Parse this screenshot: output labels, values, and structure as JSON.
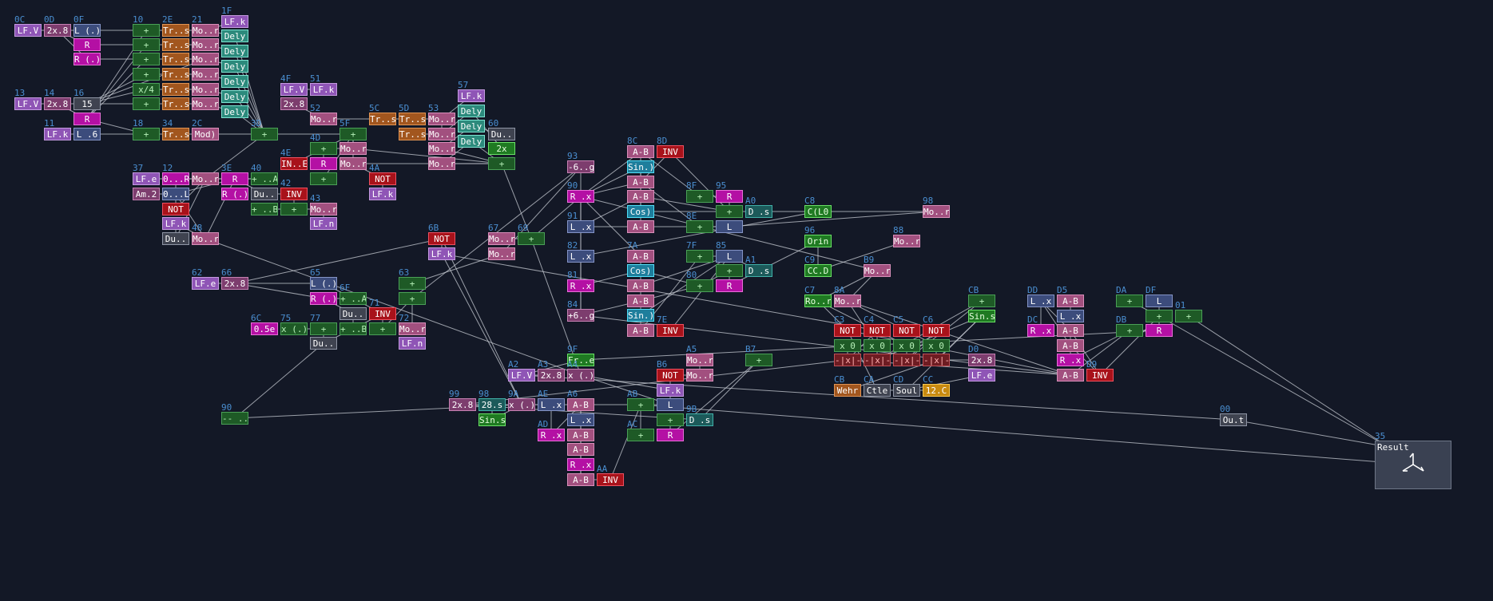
{
  "palette": {
    "background": "#131826",
    "wire": "#c8ccd4",
    "node_id": "#4a8ed0"
  },
  "styles": {
    "lfo": {
      "bg": "#8f55b6",
      "border": "#c49ae0",
      "fg": "#ffffff"
    },
    "mod": {
      "bg": "#7d3d6e",
      "border": "#c681b3",
      "fg": "#ffffff"
    },
    "gain": {
      "bg": "#a2507f",
      "border": "#d98fba",
      "fg": "#ffffff"
    },
    "blue": {
      "bg": "#3c4c7c",
      "border": "#8494c6",
      "fg": "#ffffff"
    },
    "magenta": {
      "bg": "#b410a4",
      "border": "#e870d8",
      "fg": "#ffffff"
    },
    "green": {
      "bg": "#1e5a26",
      "border": "#4aa057",
      "fg": "#b6f0b8"
    },
    "orange": {
      "bg": "#a2561e",
      "border": "#e09454",
      "fg": "#ffffff"
    },
    "teal": {
      "bg": "#2c8a7c",
      "border": "#7de4d2",
      "fg": "#ffffff"
    },
    "grey": {
      "bg": "#3f4350",
      "border": "#8f95a5",
      "fg": "#ffffff"
    },
    "red": {
      "bg": "#a8121a",
      "border": "#ee5060",
      "fg": "#ffffff"
    },
    "cyan": {
      "bg": "#1e7e9c",
      "border": "#50e0f8",
      "fg": "#ffffff"
    },
    "lime": {
      "bg": "#1f7a22",
      "border": "#6ae266",
      "fg": "#e8ffe0"
    },
    "yellow": {
      "bg": "#c88a10",
      "border": "#f8c850",
      "fg": "#ffffff"
    },
    "dkred": {
      "bg": "#6e1c22",
      "border": "#c05056",
      "fg": "#ffb0b0"
    },
    "dkteal": {
      "bg": "#1c5a5a",
      "border": "#40b0a8",
      "fg": "#ffffff"
    }
  },
  "result_module": {
    "label": "Result",
    "icon": "result-star-icon"
  },
  "nodes": [
    {
      "id": "0C",
      "label": "LF.V",
      "style": "lfo"
    },
    {
      "id": "0D",
      "label": "2x.8",
      "style": "mod"
    },
    {
      "id": "0F",
      "label": "L (.)",
      "style": "blue"
    },
    {
      "id": "",
      "label": "R",
      "style": "magenta"
    },
    {
      "id": "",
      "label": "R (.)",
      "style": "magenta"
    },
    {
      "id": "10",
      "label": "+",
      "style": "green"
    },
    {
      "id": "",
      "label": "+",
      "style": "green"
    },
    {
      "id": "",
      "label": "+",
      "style": "green"
    },
    {
      "id": "",
      "label": "+",
      "style": "green"
    },
    {
      "id": "",
      "label": "x/4",
      "style": "green"
    },
    {
      "id": "",
      "label": "+",
      "style": "green"
    },
    {
      "id": "2E",
      "label": "Tr..s",
      "style": "orange"
    },
    {
      "id": "",
      "label": "Tr..s",
      "style": "orange"
    },
    {
      "id": "",
      "label": "Tr..s",
      "style": "orange"
    },
    {
      "id": "",
      "label": "Tr..s",
      "style": "orange"
    },
    {
      "id": "",
      "label": "Tr..s",
      "style": "orange"
    },
    {
      "id": "",
      "label": "Tr..s",
      "style": "orange"
    },
    {
      "id": "21",
      "label": "Mo..r",
      "style": "gain"
    },
    {
      "id": "",
      "label": "Mo..r",
      "style": "gain"
    },
    {
      "id": "",
      "label": "Mo..r",
      "style": "gain"
    },
    {
      "id": "",
      "label": "Mo..r",
      "style": "gain"
    },
    {
      "id": "",
      "label": "Mo..r",
      "style": "gain"
    },
    {
      "id": "",
      "label": "Mo..r",
      "style": "gain"
    },
    {
      "id": "1F",
      "label": "LF.k",
      "style": "lfo"
    },
    {
      "id": "",
      "label": "Dely",
      "style": "teal"
    },
    {
      "id": "",
      "label": "Dely",
      "style": "teal"
    },
    {
      "id": "",
      "label": "Dely",
      "style": "teal"
    },
    {
      "id": "",
      "label": "Dely",
      "style": "teal"
    },
    {
      "id": "",
      "label": "Dely",
      "style": "teal"
    },
    {
      "id": "",
      "label": "Dely",
      "style": "teal"
    },
    {
      "id": "13",
      "label": "LF.V",
      "style": "lfo"
    },
    {
      "id": "14",
      "label": "2x.8",
      "style": "mod"
    },
    {
      "id": "16",
      "label": "15",
      "style": "grey"
    },
    {
      "id": "",
      "label": "R",
      "style": "magenta"
    },
    {
      "id": "11",
      "label": "LF.k",
      "style": "lfo"
    },
    {
      "id": "",
      "label": "L .6",
      "style": "blue"
    },
    {
      "id": "18",
      "label": "+",
      "style": "green"
    },
    {
      "id": "34",
      "label": "Tr..s",
      "style": "orange"
    },
    {
      "id": "2C",
      "label": "Mod)",
      "style": "gain"
    },
    {
      "id": "3D",
      "label": "+",
      "style": "green"
    },
    {
      "id": "4F",
      "label": "LF.V",
      "style": "lfo"
    },
    {
      "id": "",
      "label": "2x.8",
      "style": "mod"
    },
    {
      "id": "51",
      "label": "LF.k",
      "style": "lfo"
    },
    {
      "id": "52",
      "label": "Mo..r",
      "style": "gain"
    },
    {
      "id": "5C",
      "label": "Tr..s",
      "style": "orange"
    },
    {
      "id": "5D",
      "label": "Tr..s",
      "style": "orange"
    },
    {
      "id": "",
      "label": "Tr..s",
      "style": "orange"
    },
    {
      "id": "53",
      "label": "Mo..r",
      "style": "gain"
    },
    {
      "id": "",
      "label": "Mo..r",
      "style": "gain"
    },
    {
      "id": "",
      "label": "Mo..r",
      "style": "gain"
    },
    {
      "id": "",
      "label": "Mo..r",
      "style": "gain"
    },
    {
      "id": "57",
      "label": "LF.k",
      "style": "lfo"
    },
    {
      "id": "",
      "label": "Dely",
      "style": "teal"
    },
    {
      "id": "",
      "label": "Dely",
      "style": "teal"
    },
    {
      "id": "",
      "label": "Dely",
      "style": "teal"
    },
    {
      "id": "60",
      "label": "Du..",
      "style": "grey"
    },
    {
      "id": "",
      "label": "2x",
      "style": "lime"
    },
    {
      "id": "",
      "label": "+",
      "style": "green"
    },
    {
      "id": "5F",
      "label": "+",
      "style": "green"
    },
    {
      "id": "",
      "label": "Mo..r",
      "style": "gain"
    },
    {
      "id": "",
      "label": "Mo..r",
      "style": "gain"
    },
    {
      "id": "4E",
      "label": "IN..E",
      "style": "red"
    },
    {
      "id": "4D",
      "label": "+",
      "style": "green"
    },
    {
      "id": "",
      "label": "R",
      "style": "magenta"
    },
    {
      "id": "",
      "label": "+",
      "style": "green"
    },
    {
      "id": "4A",
      "label": "NOT",
      "style": "red"
    },
    {
      "id": "",
      "label": "LF.k",
      "style": "lfo"
    },
    {
      "id": "37",
      "label": "LF.e",
      "style": "lfo"
    },
    {
      "id": "",
      "label": "Am.2",
      "style": "mod"
    },
    {
      "id": "12",
      "label": "0...R",
      "style": "magenta"
    },
    {
      "id": "",
      "label": "0...L",
      "style": "blue"
    },
    {
      "id": "",
      "label": "NOT",
      "style": "red"
    },
    {
      "id": "",
      "label": "LF.k",
      "style": "lfo"
    },
    {
      "id": "",
      "label": "Du..",
      "style": "grey"
    },
    {
      "id": "",
      "label": "Mo..r",
      "style": "gain"
    },
    {
      "id": "3E",
      "label": "R",
      "style": "magenta"
    },
    {
      "id": "",
      "label": "R (.)",
      "style": "magenta"
    },
    {
      "id": "40",
      "label": "+ ..A",
      "style": "green"
    },
    {
      "id": "",
      "label": "Du..",
      "style": "grey"
    },
    {
      "id": "",
      "label": "+ ..B",
      "style": "green"
    },
    {
      "id": "42",
      "label": "INV",
      "style": "red"
    },
    {
      "id": "",
      "label": "+",
      "style": "green"
    },
    {
      "id": "43",
      "label": "Mo..r",
      "style": "gain"
    },
    {
      "id": "",
      "label": "LF.n",
      "style": "lfo"
    },
    {
      "id": "48",
      "label": "Mo..r",
      "style": "gain"
    },
    {
      "id": "62",
      "label": "LF.e",
      "style": "lfo"
    },
    {
      "id": "66",
      "label": "2x.8",
      "style": "mod"
    },
    {
      "id": "65",
      "label": "L (.)",
      "style": "blue"
    },
    {
      "id": "",
      "label": "R (.)",
      "style": "magenta"
    },
    {
      "id": "6F",
      "label": "+ ..A",
      "style": "green"
    },
    {
      "id": "",
      "label": "Du..",
      "style": "grey"
    },
    {
      "id": "",
      "label": "+ ..B",
      "style": "green"
    },
    {
      "id": "71",
      "label": "INV",
      "style": "red"
    },
    {
      "id": "",
      "label": "+",
      "style": "green"
    },
    {
      "id": "63",
      "label": "+",
      "style": "green"
    },
    {
      "id": "",
      "label": "+",
      "style": "green"
    },
    {
      "id": "72",
      "label": "Mo..r",
      "style": "gain"
    },
    {
      "id": "",
      "label": "LF.n",
      "style": "lfo"
    },
    {
      "id": "6C",
      "label": "0.5e",
      "style": "magenta"
    },
    {
      "id": "75",
      "label": "x (.)",
      "style": "green"
    },
    {
      "id": "77",
      "label": "+",
      "style": "green"
    },
    {
      "id": "",
      "label": "Du..",
      "style": "grey"
    },
    {
      "id": "90",
      "label": "-- ..r",
      "style": "green"
    },
    {
      "id": "6B",
      "label": "NOT",
      "style": "red"
    },
    {
      "id": "",
      "label": "LF.k",
      "style": "lfo"
    },
    {
      "id": "67",
      "label": "Mo..r",
      "style": "gain"
    },
    {
      "id": "",
      "label": "Mo..r",
      "style": "gain"
    },
    {
      "id": "69",
      "label": "+",
      "style": "green"
    },
    {
      "id": "93",
      "label": "-6..g",
      "style": "mod"
    },
    {
      "id": "90",
      "label": "R .x",
      "style": "magenta"
    },
    {
      "id": "91",
      "label": "L .x",
      "style": "blue"
    },
    {
      "id": "8C",
      "label": "A-B",
      "style": "gain"
    },
    {
      "id": "",
      "label": "Sin.)",
      "style": "cyan"
    },
    {
      "id": "",
      "label": "A-B",
      "style": "gain"
    },
    {
      "id": "",
      "label": "A-B",
      "style": "gain"
    },
    {
      "id": "",
      "label": "Cos)",
      "style": "cyan"
    },
    {
      "id": "",
      "label": "A-B",
      "style": "gain"
    },
    {
      "id": "8D",
      "label": "INV",
      "style": "red"
    },
    {
      "id": "8F",
      "label": "+",
      "style": "green"
    },
    {
      "id": "8E",
      "label": "+",
      "style": "green"
    },
    {
      "id": "95",
      "label": "R",
      "style": "magenta"
    },
    {
      "id": "",
      "label": "+",
      "style": "green"
    },
    {
      "id": "",
      "label": "L",
      "style": "blue"
    },
    {
      "id": "A0",
      "label": "D .s",
      "style": "dkteal"
    },
    {
      "id": "C8",
      "label": "C(L0",
      "style": "lime"
    },
    {
      "id": "98",
      "label": "Mo..r",
      "style": "gain"
    },
    {
      "id": "82",
      "label": "L .x",
      "style": "blue"
    },
    {
      "id": "81",
      "label": "R .x",
      "style": "magenta"
    },
    {
      "id": "84",
      "label": "+6..g",
      "style": "mod"
    },
    {
      "id": "7A",
      "label": "A-B",
      "style": "gain"
    },
    {
      "id": "",
      "label": "Cos)",
      "style": "cyan"
    },
    {
      "id": "",
      "label": "A-B",
      "style": "gain"
    },
    {
      "id": "",
      "label": "A-B",
      "style": "gain"
    },
    {
      "id": "",
      "label": "Sin.)",
      "style": "cyan"
    },
    {
      "id": "",
      "label": "A-B",
      "style": "gain"
    },
    {
      "id": "7E",
      "label": "INV",
      "style": "red"
    },
    {
      "id": "7F",
      "label": "+",
      "style": "green"
    },
    {
      "id": "80",
      "label": "+",
      "style": "green"
    },
    {
      "id": "85",
      "label": "L",
      "style": "blue"
    },
    {
      "id": "",
      "label": "+",
      "style": "green"
    },
    {
      "id": "",
      "label": "R",
      "style": "magenta"
    },
    {
      "id": "A1",
      "label": "D .s",
      "style": "dkteal"
    },
    {
      "id": "96",
      "label": "Orin",
      "style": "lime"
    },
    {
      "id": "C9",
      "label": "CC.D",
      "style": "lime"
    },
    {
      "id": "88",
      "label": "Mo..r",
      "style": "gain"
    },
    {
      "id": "B9",
      "label": "Mo..r",
      "style": "gain"
    },
    {
      "id": "C7",
      "label": "Ro..r",
      "style": "lime"
    },
    {
      "id": "8A",
      "label": "Mo..r",
      "style": "gain"
    },
    {
      "id": "C3",
      "label": "NOT",
      "style": "red"
    },
    {
      "id": "",
      "label": "x 0",
      "style": "green"
    },
    {
      "id": "",
      "label": "-|x|-",
      "style": "dkred"
    },
    {
      "id": "C4",
      "label": "NOT",
      "style": "red"
    },
    {
      "id": "",
      "label": "x 0",
      "style": "green"
    },
    {
      "id": "",
      "label": "-|x|-",
      "style": "dkred"
    },
    {
      "id": "C5",
      "label": "NOT",
      "style": "red"
    },
    {
      "id": "",
      "label": "x 0",
      "style": "green"
    },
    {
      "id": "",
      "label": "-|x|-",
      "style": "dkred"
    },
    {
      "id": "C6",
      "label": "NOT",
      "style": "red"
    },
    {
      "id": "",
      "label": "x 0",
      "style": "green"
    },
    {
      "id": "",
      "label": "-|x|-",
      "style": "dkred"
    },
    {
      "id": "CB",
      "label": "Wehr",
      "style": "orange"
    },
    {
      "id": "CA",
      "label": "Ctle",
      "style": "grey"
    },
    {
      "id": "CD",
      "label": "Soul",
      "style": "grey"
    },
    {
      "id": "CC",
      "label": "12.C",
      "style": "yellow"
    },
    {
      "id": "CB",
      "label": "+",
      "style": "green"
    },
    {
      "id": "",
      "label": "Sin.s",
      "style": "lime"
    },
    {
      "id": "D0",
      "label": "2x.8",
      "style": "mod"
    },
    {
      "id": "",
      "label": "LF.e",
      "style": "lfo"
    },
    {
      "id": "DD",
      "label": "L .x",
      "style": "blue"
    },
    {
      "id": "DC",
      "label": "R .x",
      "style": "magenta"
    },
    {
      "id": "D5",
      "label": "A-B",
      "style": "gain"
    },
    {
      "id": "",
      "label": "L .x",
      "style": "blue"
    },
    {
      "id": "",
      "label": "A-B",
      "style": "gain"
    },
    {
      "id": "",
      "label": "A-B",
      "style": "gain"
    },
    {
      "id": "",
      "label": "R .x",
      "style": "magenta"
    },
    {
      "id": "",
      "label": "A-B",
      "style": "gain"
    },
    {
      "id": "D9",
      "label": "INV",
      "style": "red"
    },
    {
      "id": "DA",
      "label": "+",
      "style": "green"
    },
    {
      "id": "DB",
      "label": "+",
      "style": "green"
    },
    {
      "id": "DF",
      "label": "L",
      "style": "blue"
    },
    {
      "id": "",
      "label": "+",
      "style": "green"
    },
    {
      "id": "",
      "label": "R",
      "style": "magenta"
    },
    {
      "id": "01",
      "label": "+",
      "style": "green"
    },
    {
      "id": "35",
      "label": "",
      "style": "grey"
    },
    {
      "id": "00",
      "label": "Ou.t",
      "style": "grey"
    },
    {
      "id": "9F",
      "label": "Fr..e",
      "style": "lime"
    },
    {
      "id": "A2",
      "label": "LF.V",
      "style": "lfo"
    },
    {
      "id": "A3",
      "label": "2x.8",
      "style": "mod"
    },
    {
      "id": "A4",
      "label": "x (.)",
      "style": "mod"
    },
    {
      "id": "A5",
      "label": "Mo..r",
      "style": "gain"
    },
    {
      "id": "",
      "label": "Mo..r",
      "style": "gain"
    },
    {
      "id": "B6",
      "label": "NOT",
      "style": "red"
    },
    {
      "id": "",
      "label": "LF.k",
      "style": "lfo"
    },
    {
      "id": "",
      "label": "L",
      "style": "blue"
    },
    {
      "id": "",
      "label": "+",
      "style": "green"
    },
    {
      "id": "",
      "label": "R",
      "style": "magenta"
    },
    {
      "id": "B7",
      "label": "+",
      "style": "green"
    },
    {
      "id": "9B",
      "label": "D .s",
      "style": "dkteal"
    },
    {
      "id": "97",
      "label": "LF.V",
      "style": "lfo"
    },
    {
      "id": "99",
      "label": "2x.8",
      "style": "mod"
    },
    {
      "id": "98",
      "label": "28.s",
      "style": "dkteal"
    },
    {
      "id": "",
      "label": "Sin.s",
      "style": "lime"
    },
    {
      "id": "9A",
      "label": "x (.)",
      "style": "mod"
    },
    {
      "id": "AE",
      "label": "L .x",
      "style": "blue"
    },
    {
      "id": "AD",
      "label": "R .x",
      "style": "magenta"
    },
    {
      "id": "A6",
      "label": "A-B",
      "style": "gain"
    },
    {
      "id": "",
      "label": "L .x",
      "style": "blue"
    },
    {
      "id": "",
      "label": "A-B",
      "style": "gain"
    },
    {
      "id": "",
      "label": "A-B",
      "style": "gain"
    },
    {
      "id": "",
      "label": "R .x",
      "style": "magenta"
    },
    {
      "id": "",
      "label": "A-B",
      "style": "gain"
    },
    {
      "id": "AA",
      "label": "INV",
      "style": "red"
    },
    {
      "id": "AB",
      "label": "+",
      "style": "green"
    },
    {
      "id": "AC",
      "label": "+",
      "style": "green"
    }
  ]
}
